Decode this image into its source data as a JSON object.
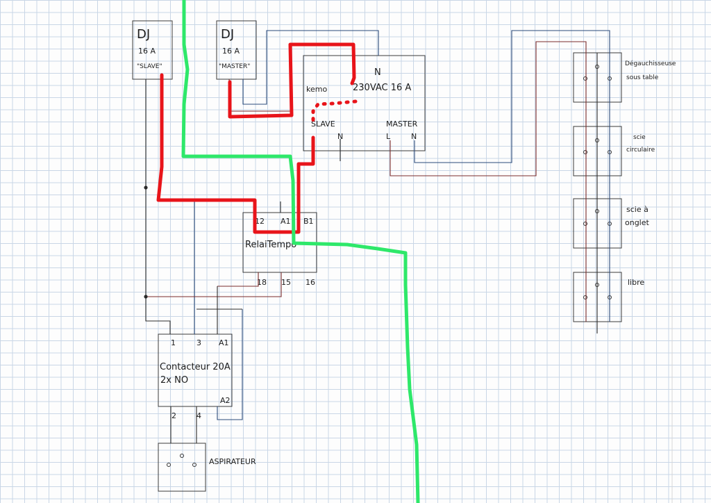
{
  "breakers": {
    "slave": {
      "line1": "DJ",
      "line2": "16 A",
      "line3": "\"SLAVE\""
    },
    "master": {
      "line1": "DJ",
      "line2": "16 A",
      "line3": "\"MASTER\""
    }
  },
  "kemo": {
    "name": "kemo",
    "n_top": "N",
    "rating": "230VAC  16 A",
    "slave_label": "SLAVE",
    "slave_n": "N",
    "master_label": "MASTER",
    "master_l": "L",
    "master_n": "N"
  },
  "relay": {
    "label": "RelaiTempo",
    "top_pins": [
      "12",
      "A1",
      "B1"
    ],
    "bottom_pins": [
      "18",
      "15",
      "16"
    ]
  },
  "contactor": {
    "label_line1": "Contacteur 20A",
    "label_line2": "2x NO",
    "top_pins": [
      "1",
      "3",
      "A1"
    ],
    "bottom_pins": [
      "2",
      "4"
    ],
    "a2_pin": "A2"
  },
  "vacuum": {
    "label": "ASPIRATEUR"
  },
  "outlets": [
    {
      "line1": "Dégauchisseuse",
      "line2": "sous table"
    },
    {
      "line1": "scie",
      "line2": "circulaire"
    },
    {
      "line1": "scie à",
      "line2": "onglet"
    },
    {
      "line1": "libre",
      "line2": ""
    }
  ],
  "colors": {
    "grid": "#c9d6e6",
    "red_marker": "#e8141a",
    "green_marker": "#2ee86a"
  }
}
